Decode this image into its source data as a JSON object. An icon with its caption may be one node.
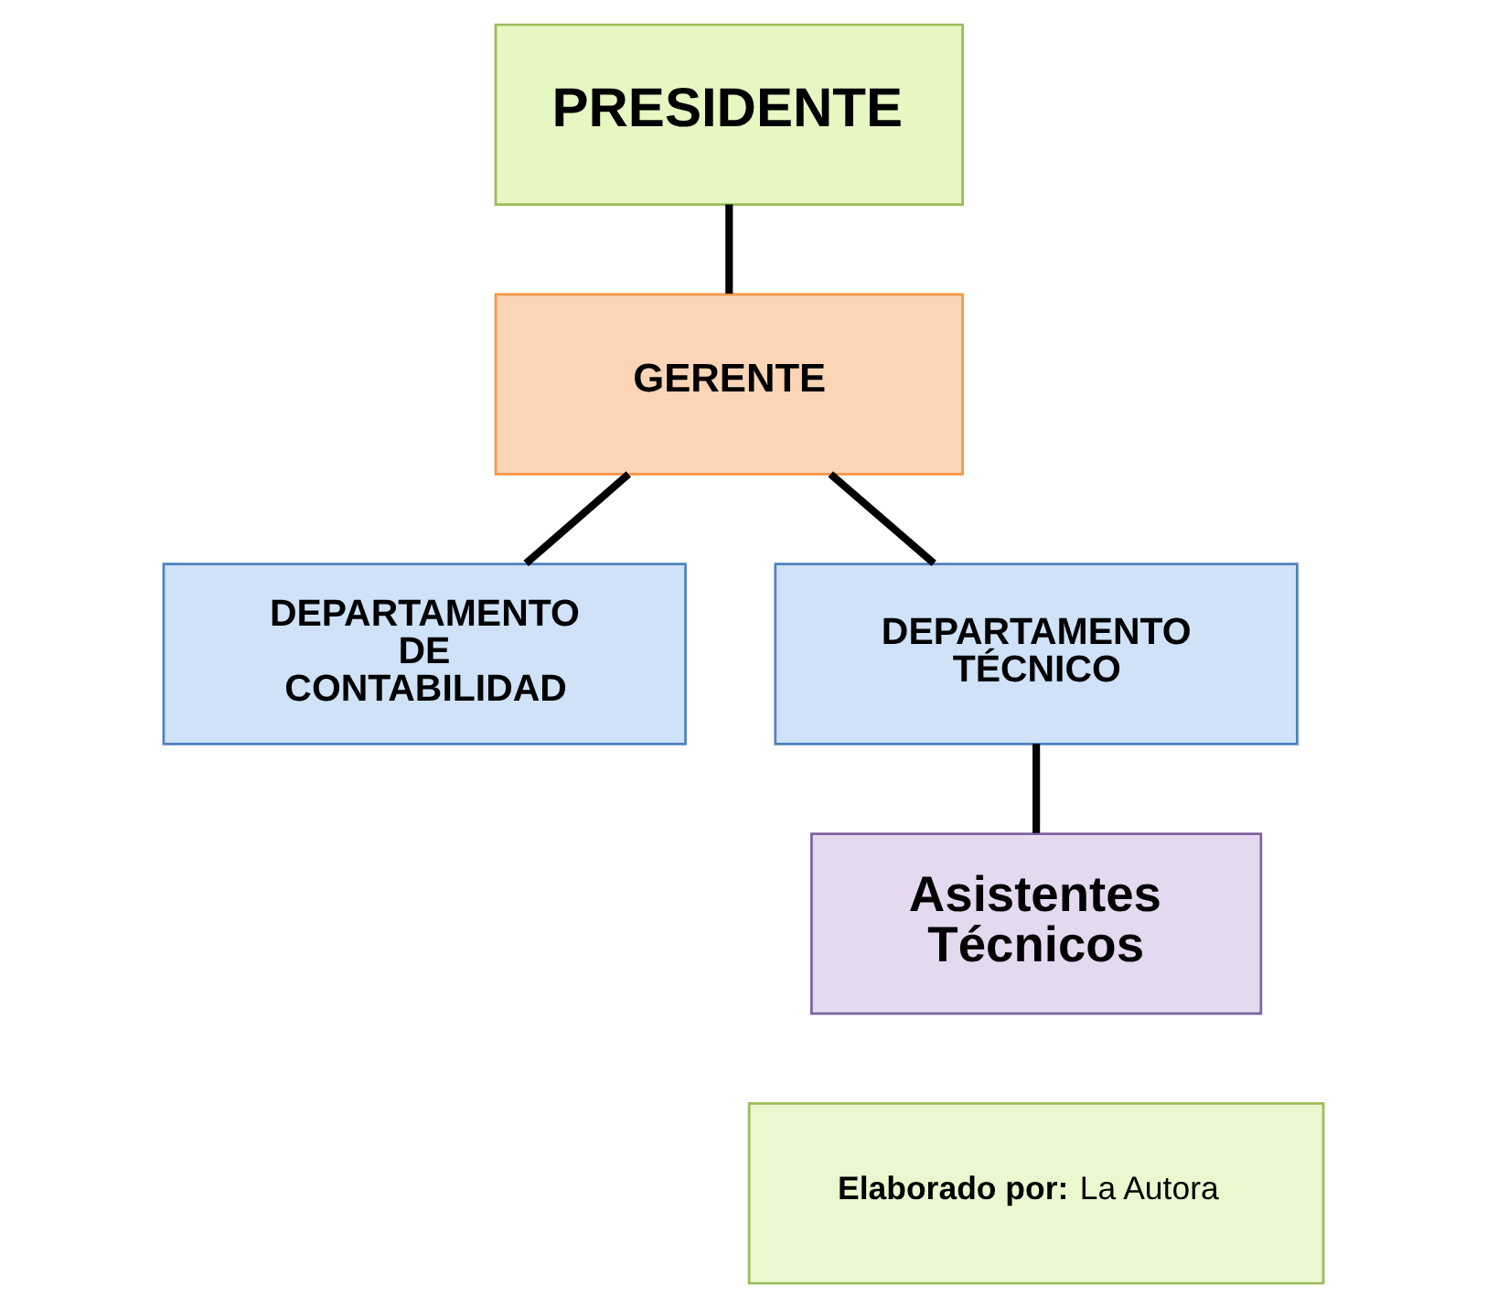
{
  "diagram": {
    "nodes": [
      {
        "text": [
          "PRESIDENTE"
        ]
      },
      {
        "text": [
          "GERENTE"
        ]
      },
      {
        "text": [
          "DEPARTAMENTO DE CONTABILIDAD"
        ]
      },
      {
        "text": [
          "DEPARTAMENTO TÉCNICO"
        ]
      },
      {
        "text": [
          "Asistentes Técnicos"
        ]
      },
      {
        "text": [
          "**Elaborado por:** La Autora"
        ]
      }
    ],
    "edges": [
      {
        "from": 0,
        "to": 1,
        "arrow": "none"
      },
      {
        "from": 1,
        "to": 2,
        "arrow": "none"
      },
      {
        "from": 1,
        "to": 3,
        "arrow": "none"
      },
      {
        "from": 3,
        "to": 4,
        "arrow": "none"
      }
    ]
  }
}
